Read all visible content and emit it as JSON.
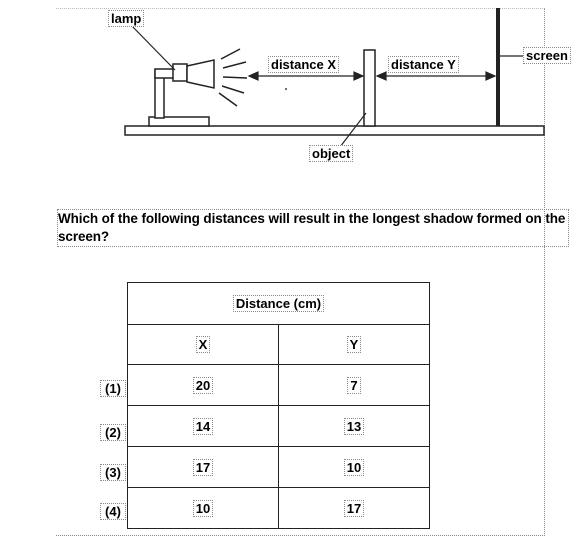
{
  "diagram": {
    "labels": {
      "lamp": "lamp",
      "distance_x": "distance X",
      "distance_y": "distance Y",
      "screen": "screen",
      "object": "object"
    }
  },
  "question": "Which of the following distances will result in the longest shadow formed on the screen?",
  "table": {
    "header": "Distance (cm)",
    "columns": [
      "X",
      "Y"
    ],
    "rows": [
      {
        "option": "(1)",
        "x": "20",
        "y": "7"
      },
      {
        "option": "(2)",
        "x": "14",
        "y": "13"
      },
      {
        "option": "(3)",
        "x": "17",
        "y": "10"
      },
      {
        "option": "(4)",
        "x": "10",
        "y": "17"
      }
    ]
  }
}
